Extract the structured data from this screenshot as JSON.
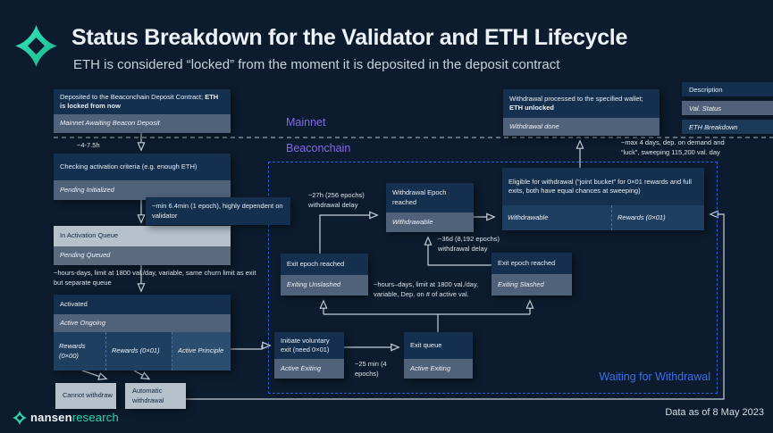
{
  "header": {
    "title": "Status Breakdown for the Validator and ETH Lifecycle",
    "subtitle": "ETH is considered “locked” from the moment it is deposited in the deposit contract"
  },
  "regions": {
    "mainnet": "Mainnet",
    "beaconchain": "Beaconchain",
    "waiting": "Waiting for Withdrawal"
  },
  "legend": {
    "description": "Description",
    "val_status": "Val. Status",
    "eth_breakdown": "ETH Breakdown"
  },
  "boxes": {
    "deposited": {
      "desc": "Deposited to the Beaconchain Deposit Contract; ",
      "desc_bold": "ETH is locked from now",
      "status": "Mainnet Awaiting Beacon Deposit"
    },
    "checking": {
      "desc": "Checking activation criteria (e.g. enough ETH)",
      "status": "Pending Initialized"
    },
    "activation_queue": {
      "title": "In Activation Queue",
      "status": "Pending Queued"
    },
    "activated": {
      "desc": "Activated",
      "status": "Active Ongoing",
      "cells": [
        "Rewards (0×00)",
        "Rewards (0×01)",
        "Active Principle"
      ]
    },
    "cannot_withdraw": "Cannot withdraw",
    "automatic_withdrawal": "Automatic withdrawal",
    "voluntary_exit": {
      "desc": "Initiate voluntary exit (need 0×01)",
      "status": "Active Exiting"
    },
    "exit_queue": {
      "desc": "Exit queue",
      "status": "Active Exiting"
    },
    "exit_epoch_unslashed": {
      "desc": "Exit epoch reached",
      "status": "Exiting Unslashed"
    },
    "exit_epoch_slashed": {
      "desc": "Exit epoch reached",
      "status": "Exiting Slashed"
    },
    "withdrawal_epoch": {
      "desc": "Withdrawal Epoch reached",
      "status": "Withdrawable"
    },
    "eligible": {
      "desc": "Eligible for withdrawal (“joint bucket” for 0×01 rewards and full exits, both have equal chances at sweeping)",
      "cell_left": "Withdrawable",
      "cell_right": "Rewards (0×01)"
    },
    "withdrawal_processed": {
      "desc": "Withdrawal processed to the specified wallet; ",
      "desc_bold": "ETH unlocked",
      "status": "Withdrawal done"
    }
  },
  "annotations": {
    "t_4_75h": "~4-7.5h",
    "t_min64": "~min 6.4min (1 epoch), highly dependent on validator",
    "t_churn": "~hours-days, limit at 1800 val./day, variable, same churn limit as exit but separate queue",
    "t_27h": "~27h (256 epochs) withdrawal delay",
    "t_36d": "~36d (8,192 epochs) withdrawal delay",
    "t_dep": "~hours–days, limit at 1800 val./day, variable, Dep. on # of active val.",
    "t_25min": "~25 min (4 epochs)",
    "t_max4": "~max 4 days, dep. on demand and “luck”, sweeping 115,200 val. day"
  },
  "footer": {
    "brand_bold": "nansen",
    "brand_light": "research",
    "data_note": "Data as of 8 May 2023"
  },
  "colors": {
    "background": "#0C1C2E",
    "box_dark_blue": "#14304E",
    "status_gray": "#50617A",
    "light_gray_box": "#B6C1CC",
    "cell_blue": "#1E3F60",
    "accent_teal": "#2BD9AC",
    "accent_purple": "#8468EA",
    "accent_blue": "#3B6FE8"
  }
}
